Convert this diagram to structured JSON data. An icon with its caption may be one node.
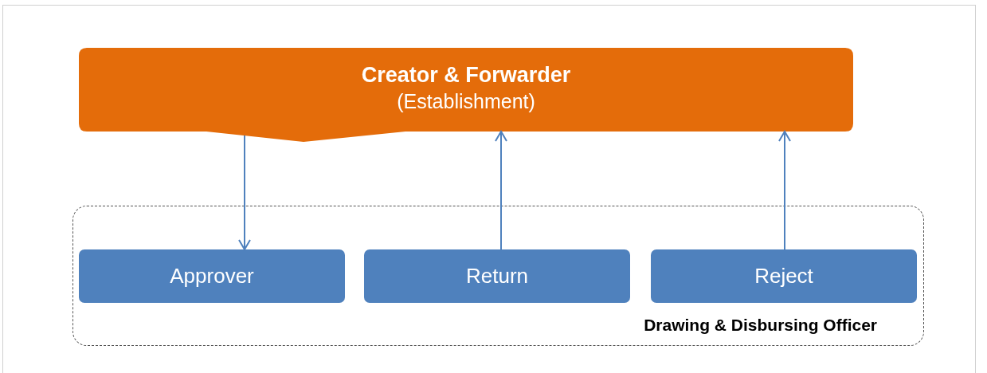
{
  "diagram": {
    "nodes": [
      {
        "text": [
          "Creator & Forwarder",
          "(Establishment)"
        ]
      },
      {
        "text": [
          "Drawing & Disbursing Officer"
        ]
      },
      {
        "text": [
          "Approver"
        ],
        "in": 1
      },
      {
        "text": [
          "Return"
        ],
        "in": 1
      },
      {
        "text": [
          "Reject"
        ],
        "in": 1
      }
    ],
    "edges": [
      {
        "from": 0,
        "to": 2,
        "arrow": "to"
      },
      {
        "from": 3,
        "to": 0,
        "arrow": "to"
      },
      {
        "from": 4,
        "to": 0,
        "arrow": "to"
      }
    ]
  }
}
